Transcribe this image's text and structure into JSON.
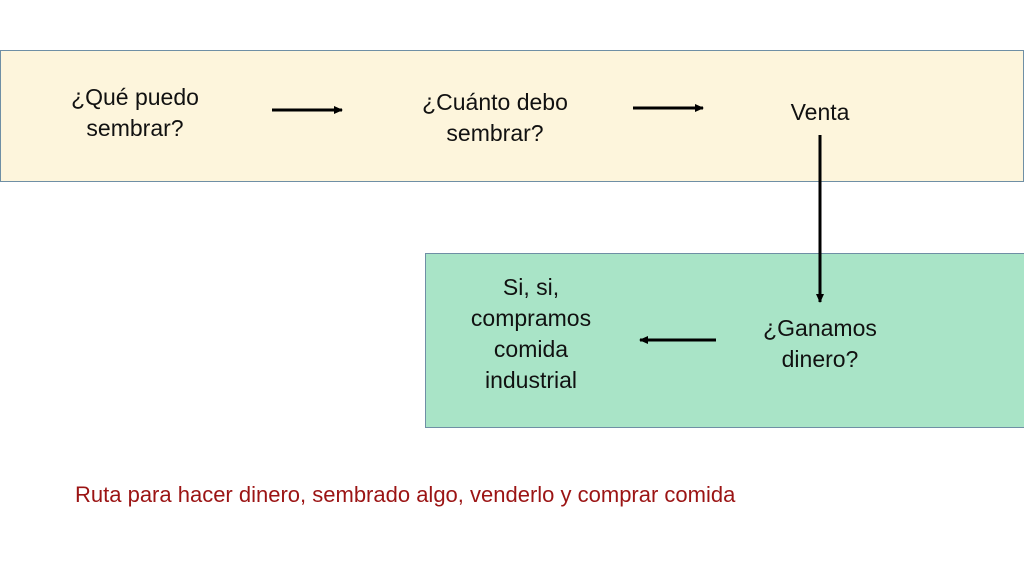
{
  "nodes": {
    "que_sembrar": "¿Qué puedo\nsembrar?",
    "cuanto_sembrar": "¿Cuánto debo\nsembrar?",
    "venta": "Venta",
    "ganamos": "¿Ganamos\ndinero?",
    "comida": "Si, si,\ncompramos\ncomida\nindustrial"
  },
  "caption": "Ruta para hacer dinero, sembrado algo, venderlo y comprar comida",
  "colors": {
    "top_band": "#fdf5dc",
    "bottom_band": "#a9e4c7",
    "band_border": "#6f8fa5",
    "arrow": "#000000",
    "caption": "#9b1414"
  }
}
